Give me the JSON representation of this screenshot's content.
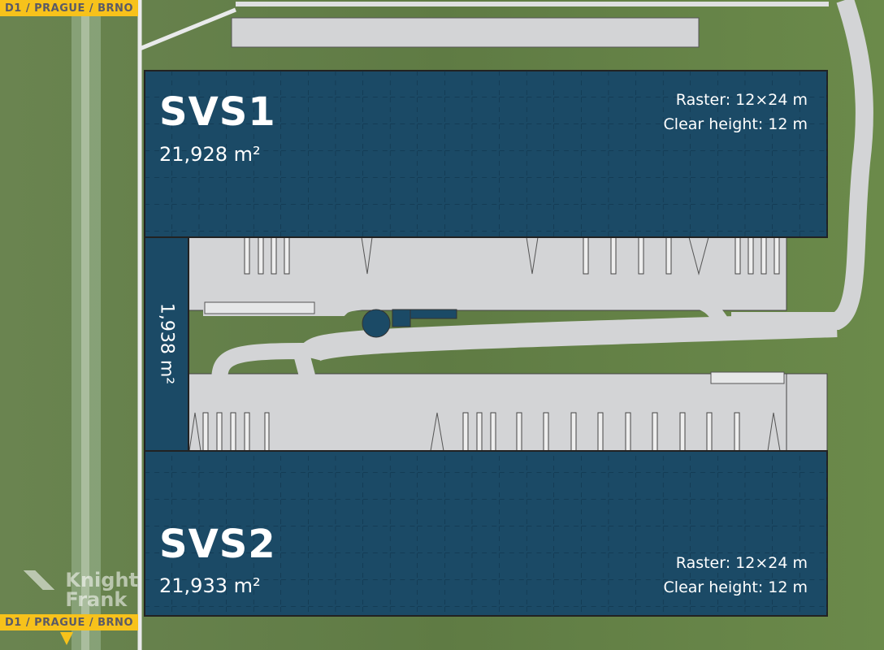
{
  "road_label_top": "D1 / PRAGUE / BRNO",
  "road_label_bottom": "D1 / PRAGUE / BRNO",
  "logo": "Knight Frank",
  "buildings": [
    {
      "name": "SVS1",
      "area": "21,928 m²",
      "raster": "Raster: 12×24 m",
      "clear_height": "Clear height: 12 m"
    },
    {
      "name": "SVS2",
      "area": "21,933 m²",
      "raster": "Raster: 12×24 m",
      "clear_height": "Clear height: 12 m"
    }
  ],
  "annex": {
    "area": "1,938 m²"
  },
  "colors": {
    "building": "#1b4a66",
    "yard": "#d3d4d6",
    "grass": "#5f7a45",
    "label": "#f7c21b"
  }
}
